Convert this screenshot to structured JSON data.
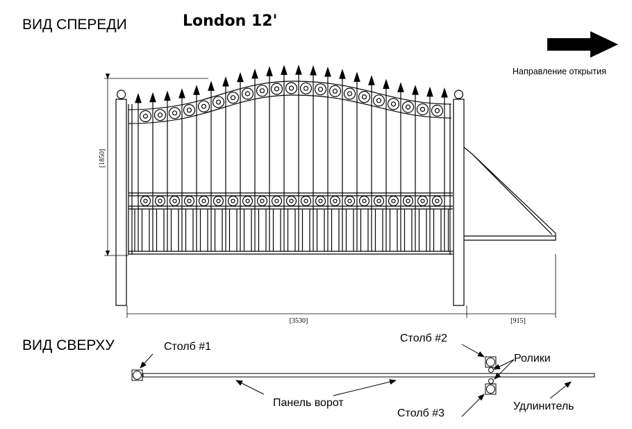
{
  "front_view": {
    "title": "ВИД СПЕРЕДИ",
    "model": "London 12'",
    "direction_label": "Направление открытия",
    "dim_height": "[1850]",
    "dim_width": "[3530]",
    "dim_extension": "[915]"
  },
  "top_view": {
    "title": "ВИД СВЕРХУ",
    "post1": "Столб #1",
    "post2": "Столб #2",
    "post3": "Столб #3",
    "rollers": "Ролики",
    "panel": "Панель ворот",
    "extension": "Удлинитель"
  }
}
